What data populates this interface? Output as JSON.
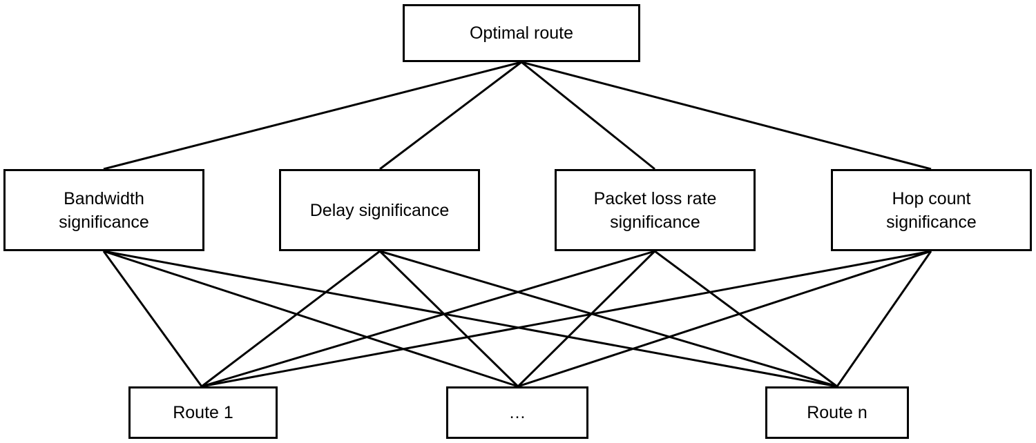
{
  "diagram": {
    "goal": {
      "label": "Optimal route"
    },
    "criteria": [
      {
        "line1": "Bandwidth",
        "line2": "significance"
      },
      {
        "line1": "Delay significance",
        "line2": ""
      },
      {
        "line1": "Packet loss rate",
        "line2": "significance"
      },
      {
        "line1": "Hop count",
        "line2": "significance"
      }
    ],
    "alternatives": [
      {
        "label": "Route 1"
      },
      {
        "label": "…"
      },
      {
        "label": "Route n"
      }
    ],
    "colors": {
      "line": "#000000",
      "box_border": "#000000",
      "text": "#000000",
      "background": "#ffffff"
    }
  }
}
